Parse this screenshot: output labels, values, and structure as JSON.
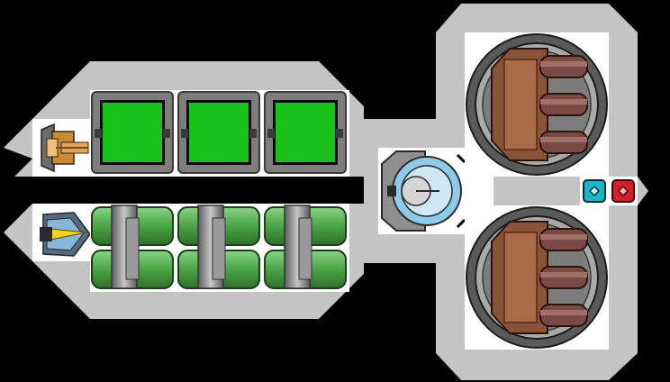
{
  "scene": {
    "colors": {
      "background": "#000000",
      "hull": "#c4c4c4",
      "floor": "#ffffff",
      "cargo_green": "#1cc21c",
      "tank_green": "#5fb85a",
      "pod_blue": "#8ecbe8",
      "weapon_hull": "#8a5238",
      "barrel": "#7a4a44",
      "ammo_cyan": "#19b7c8",
      "ammo_red": "#d41f2b"
    },
    "icons": {
      "upper_ship": "orange-fighter-icon",
      "lower_ship": "yellow-blue-fighter-icon",
      "pod": "reactor-pod-icon",
      "turret": "triple-barrel-turret-icon",
      "ammo_a": "cyan-ammo-icon",
      "ammo_b": "red-ammo-icon"
    },
    "cargo_slots_filled": 3,
    "fuel_tank_groups": 3,
    "turret_count": 2,
    "turret_barrels": 3
  }
}
